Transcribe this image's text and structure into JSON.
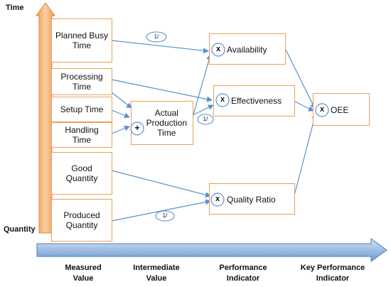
{
  "axes": {
    "vertical_top": "Time",
    "vertical_bottom": "Quantity"
  },
  "boxes": {
    "planned_busy_time": "Planned Busy\nTime",
    "processing_time": "Processing\nTime",
    "setup_time": "Setup Time",
    "handling_time": "Handling\nTime",
    "good_quantity": "Good\nQuantity",
    "produced_quantity": "Produced\nQuantity",
    "actual_production_time": "Actual\nProduction\nTime",
    "availability": "Availability",
    "effectiveness": "Effectiveness",
    "quality_ratio": "Quality Ratio",
    "oee": "OEE"
  },
  "operators": {
    "multiply": "x",
    "sum": "+",
    "inverse": "1/"
  },
  "columns": {
    "measured": "Measured\nValue",
    "intermediate": "Intermediate\nValue",
    "performance": "Performance\nIndicator",
    "kpi": "Key Performance\nIndicator"
  },
  "colors": {
    "box_border": "#e8a258",
    "arrow_line": "#5b8fd0",
    "vertical_bar": "#f6c8a0",
    "horizontal_bar": "#b8cde8"
  }
}
